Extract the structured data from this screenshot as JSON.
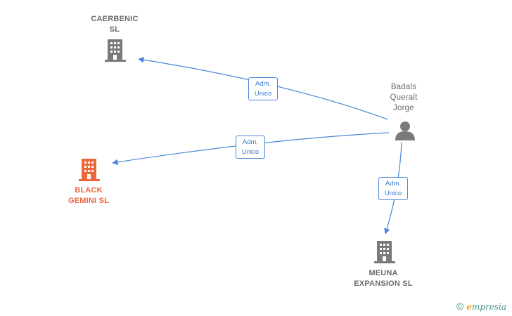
{
  "colors": {
    "edge": "#4a86d6",
    "company_icon": "#7a7a7a",
    "company_highlight": "#f0653a",
    "person_icon": "#7a7a7a",
    "footer_brand": "#3f8f8b",
    "footer_brand_accent": "#f29b1f"
  },
  "nodes": {
    "caerbenic": {
      "line1": "CAERBENIC",
      "line2": "SL",
      "icon": "building-icon"
    },
    "black_gemini": {
      "line1": "BLACK",
      "line2": "GEMINI  SL",
      "icon": "building-icon"
    },
    "meuna": {
      "line1": "MEUNA",
      "line2": "EXPANSION  SL",
      "icon": "building-icon"
    },
    "person": {
      "line1": "Badals",
      "line2": "Queralt",
      "line3": "Jorge",
      "icon": "person-icon"
    }
  },
  "edges": [
    {
      "from": "person",
      "to": "caerbenic",
      "line1": "Adm.",
      "line2": "Unico"
    },
    {
      "from": "person",
      "to": "black_gemini",
      "line1": "Adm.",
      "line2": "Unico"
    },
    {
      "from": "person",
      "to": "meuna",
      "line1": "Adm.",
      "line2": "Unico"
    }
  ],
  "footer": {
    "copyright": "©",
    "brand_initial": "e",
    "brand_rest": "mpresia"
  }
}
